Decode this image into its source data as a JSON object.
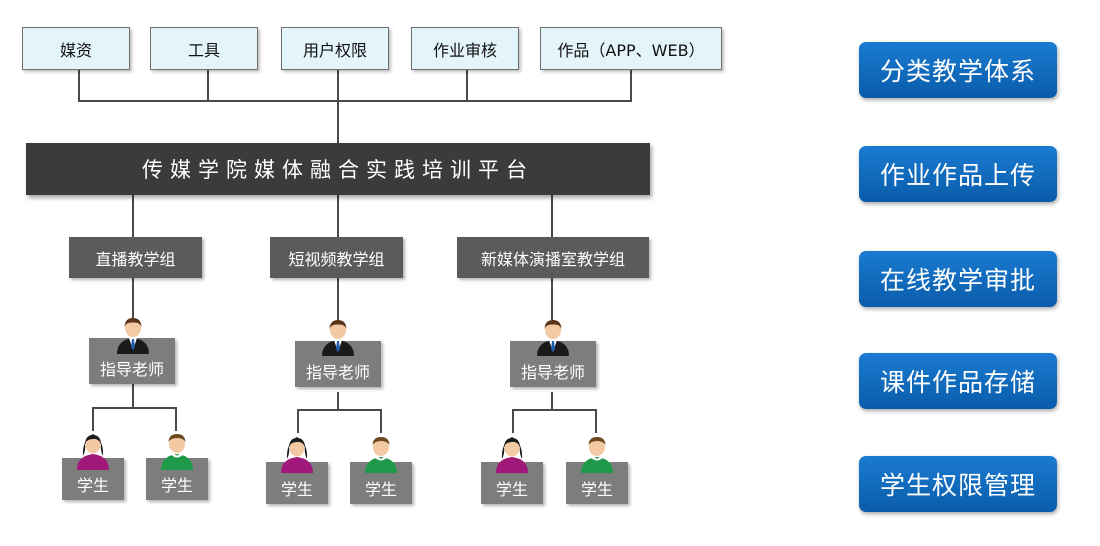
{
  "modules": [
    "媒资",
    "工具",
    "用户权限",
    "作业审核",
    "作品（APP、WEB）"
  ],
  "platform_title": "传媒学院媒体融合实践培训平台",
  "groups": [
    {
      "name": "直播教学组",
      "teacher": "指导老师",
      "students": [
        "学生",
        "学生"
      ]
    },
    {
      "name": "短视频教学组",
      "teacher": "指导老师",
      "students": [
        "学生",
        "学生"
      ]
    },
    {
      "name": "新媒体演播室教学组",
      "teacher": "指导老师",
      "students": [
        "学生",
        "学生"
      ]
    }
  ],
  "features": [
    "分类教学体系",
    "作业作品上传",
    "在线教学审批",
    "课件作品存储",
    "学生权限管理"
  ],
  "colors": {
    "module_fill": "#e4f4fb",
    "platform_fill": "#3b3b3b",
    "group_fill": "#5b5b5b",
    "person_card_fill": "#7d7d7d",
    "feature_fill": "#0a6ac0",
    "female_shirt": "#a0197a",
    "male_shirt": "#1e9a4a"
  },
  "icons": {
    "teacher": "businessman-icon",
    "female_student": "female-student-icon",
    "male_student": "male-student-icon"
  }
}
